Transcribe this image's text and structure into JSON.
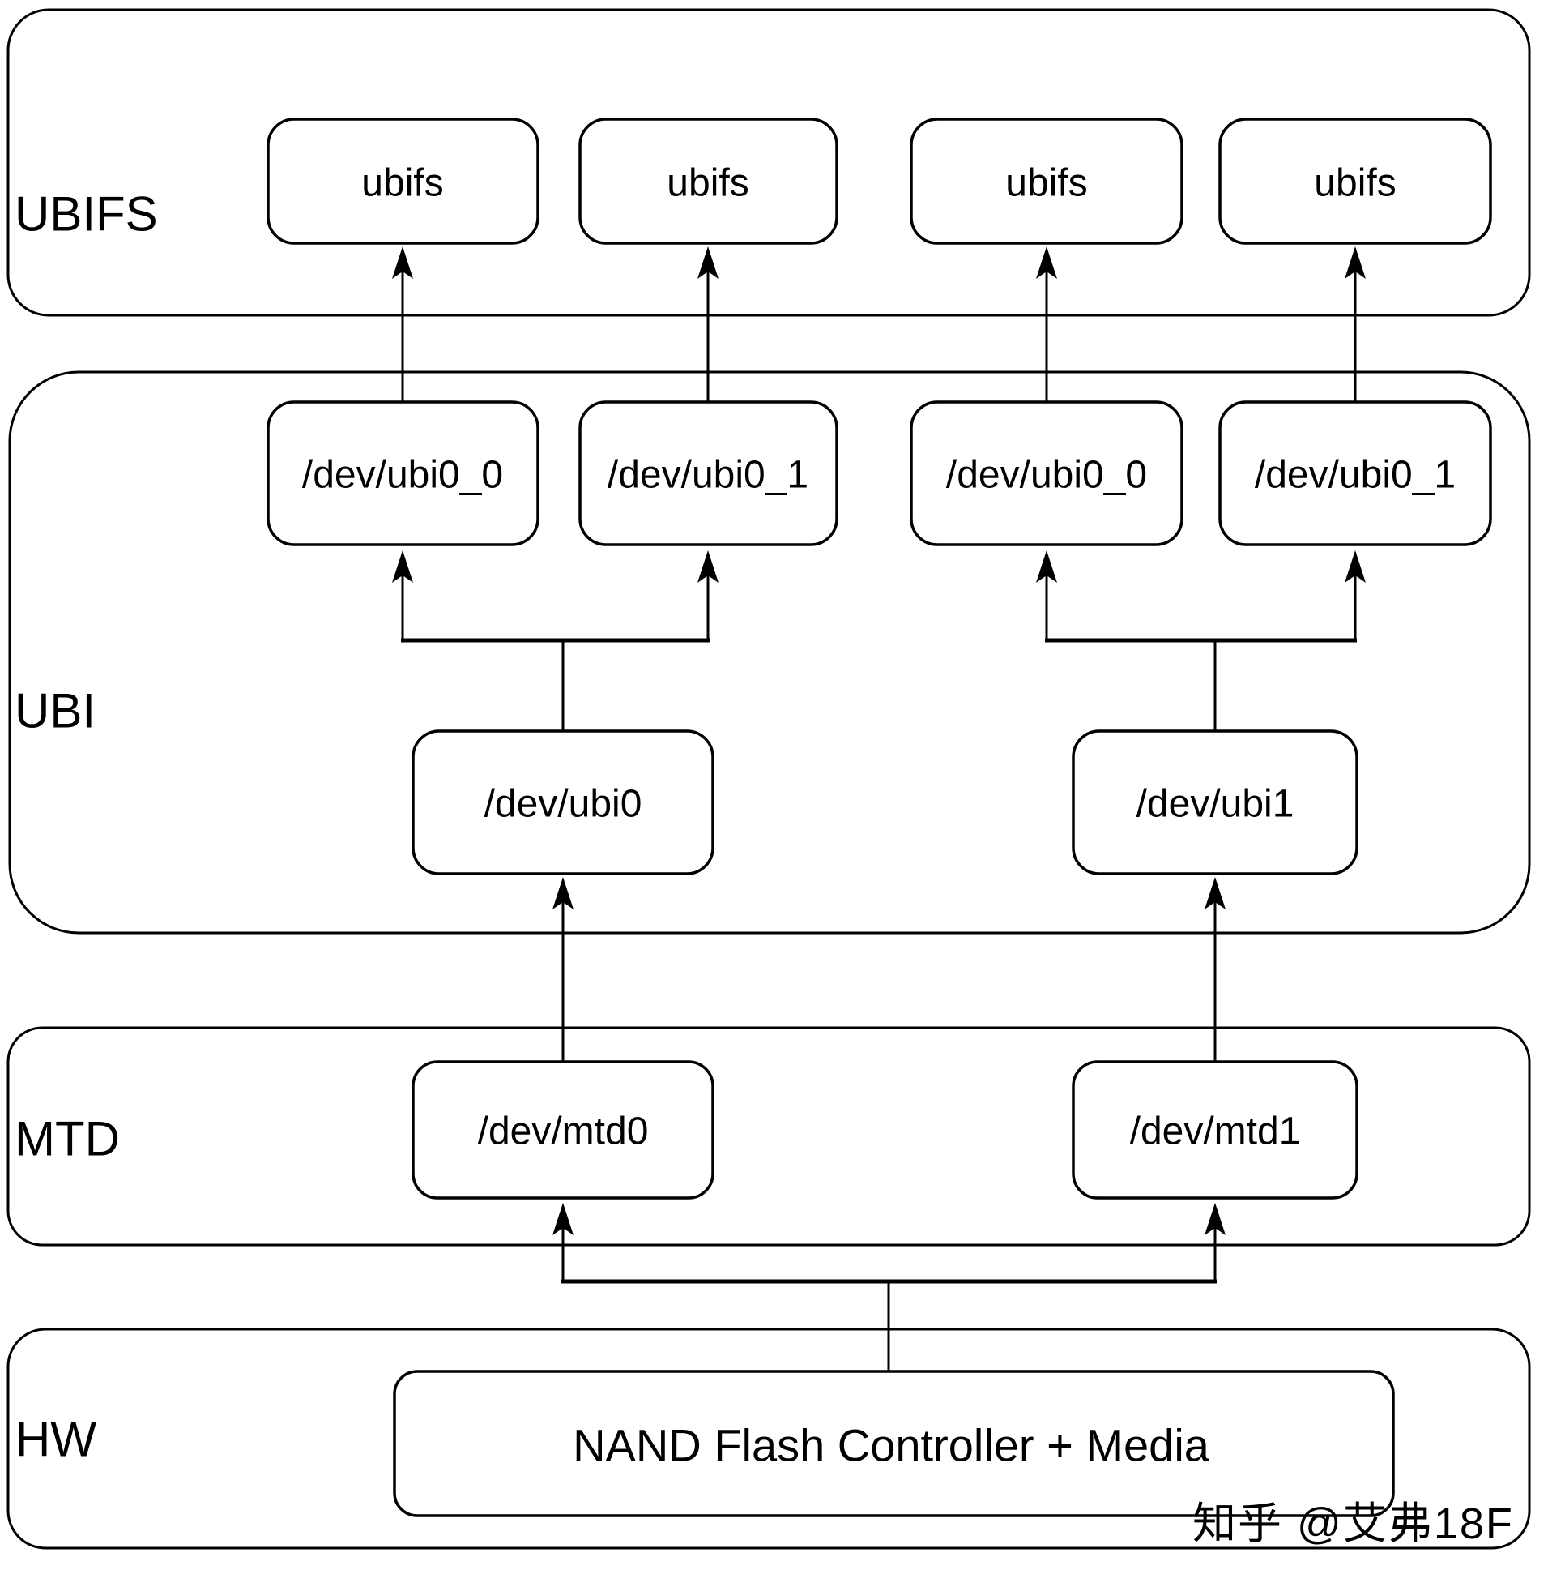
{
  "layers": {
    "ubifs": {
      "label": "UBIFS"
    },
    "ubi": {
      "label": "UBI"
    },
    "mtd": {
      "label": "MTD"
    },
    "hw": {
      "label": "HW"
    }
  },
  "nodes": {
    "ubifs_instances": [
      "ubifs",
      "ubifs",
      "ubifs",
      "ubifs"
    ],
    "ubi_volumes": [
      "/dev/ubi0_0",
      "/dev/ubi0_1",
      "/dev/ubi0_0",
      "/dev/ubi0_1"
    ],
    "ubi_devices": [
      "/dev/ubi0",
      "/dev/ubi1"
    ],
    "mtd_devices": [
      "/dev/mtd0",
      "/dev/mtd1"
    ],
    "hardware": "NAND Flash Controller + Media"
  },
  "watermark": "知乎 @艾弗18F",
  "colors": {
    "stroke": "#000000",
    "background": "#ffffff",
    "watermark": "#c6c6c6"
  }
}
